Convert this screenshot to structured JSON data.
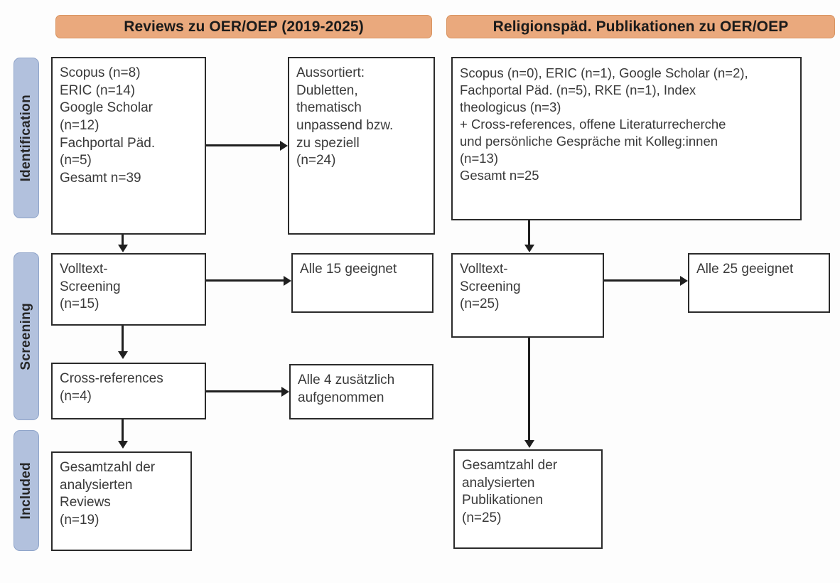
{
  "figure": {
    "type": "prisma-flow-diagram",
    "columns": [
      {
        "id": "reviews",
        "header": "Reviews zu OER/OEP (2019-2025)"
      },
      {
        "id": "religionspaed",
        "header": "Religionspäd. Publikationen zu OER/OEP"
      }
    ]
  },
  "stages": [
    {
      "id": "identification",
      "label": "Identification"
    },
    {
      "id": "screening",
      "label": "Screening"
    },
    {
      "id": "included",
      "label": "Included"
    }
  ],
  "left_column": {
    "identification_sources": "Scopus (n=8)\nERIC (n=14)\nGoogle Scholar\n(n=12)\nFachportal Päd.\n(n=5)\nGesamt n=39",
    "excluded": "Aussortiert:\nDubletten,\nthematisch\nunpassend bzw.\nzu speziell\n(n=24)",
    "fulltext_screening": "Volltext-\nScreening\n(n=15)",
    "fulltext_result": "Alle 15 geeignet",
    "cross_references": "Cross-references\n(n=4)",
    "cross_references_result": "Alle 4 zusätzlich\naufgenommen",
    "included_total": "Gesamtzahl der\nanalysierten\nReviews\n(n=19)"
  },
  "right_column": {
    "identification_sources": "Scopus (n=0), ERIC (n=1), Google Scholar (n=2),\nFachportal Päd. (n=5), RKE (n=1), Index\ntheologicus (n=3)\n+ Cross-references, offene Literaturrecherche\nund persönliche Gespräche mit Kolleg:innen\n(n=13)\nGesamt n=25",
    "fulltext_screening": "Volltext-\nScreening\n(n=25)",
    "fulltext_result": "Alle 25 geeignet",
    "included_total": "Gesamtzahl der\nanalysierten\nPublikationen\n(n=25)"
  },
  "counts": {
    "left_scopus": 8,
    "left_eric": 14,
    "left_google_scholar": 12,
    "left_fachportal": 5,
    "left_gesamt": 39,
    "left_excluded": 24,
    "left_fulltext": 15,
    "left_cross_references": 4,
    "left_included": 19,
    "right_scopus": 0,
    "right_eric": 1,
    "right_google_scholar": 2,
    "right_fachportal": 5,
    "right_rke": 1,
    "right_index_theologicus": 3,
    "right_additional": 13,
    "right_gesamt": 25,
    "right_fulltext": 25,
    "right_included": 25
  },
  "colors": {
    "header_orange": "#eaa97d",
    "stage_blue": "#b2c1dd",
    "box_border": "#2b2b2b",
    "text": "#3a3a3a"
  }
}
